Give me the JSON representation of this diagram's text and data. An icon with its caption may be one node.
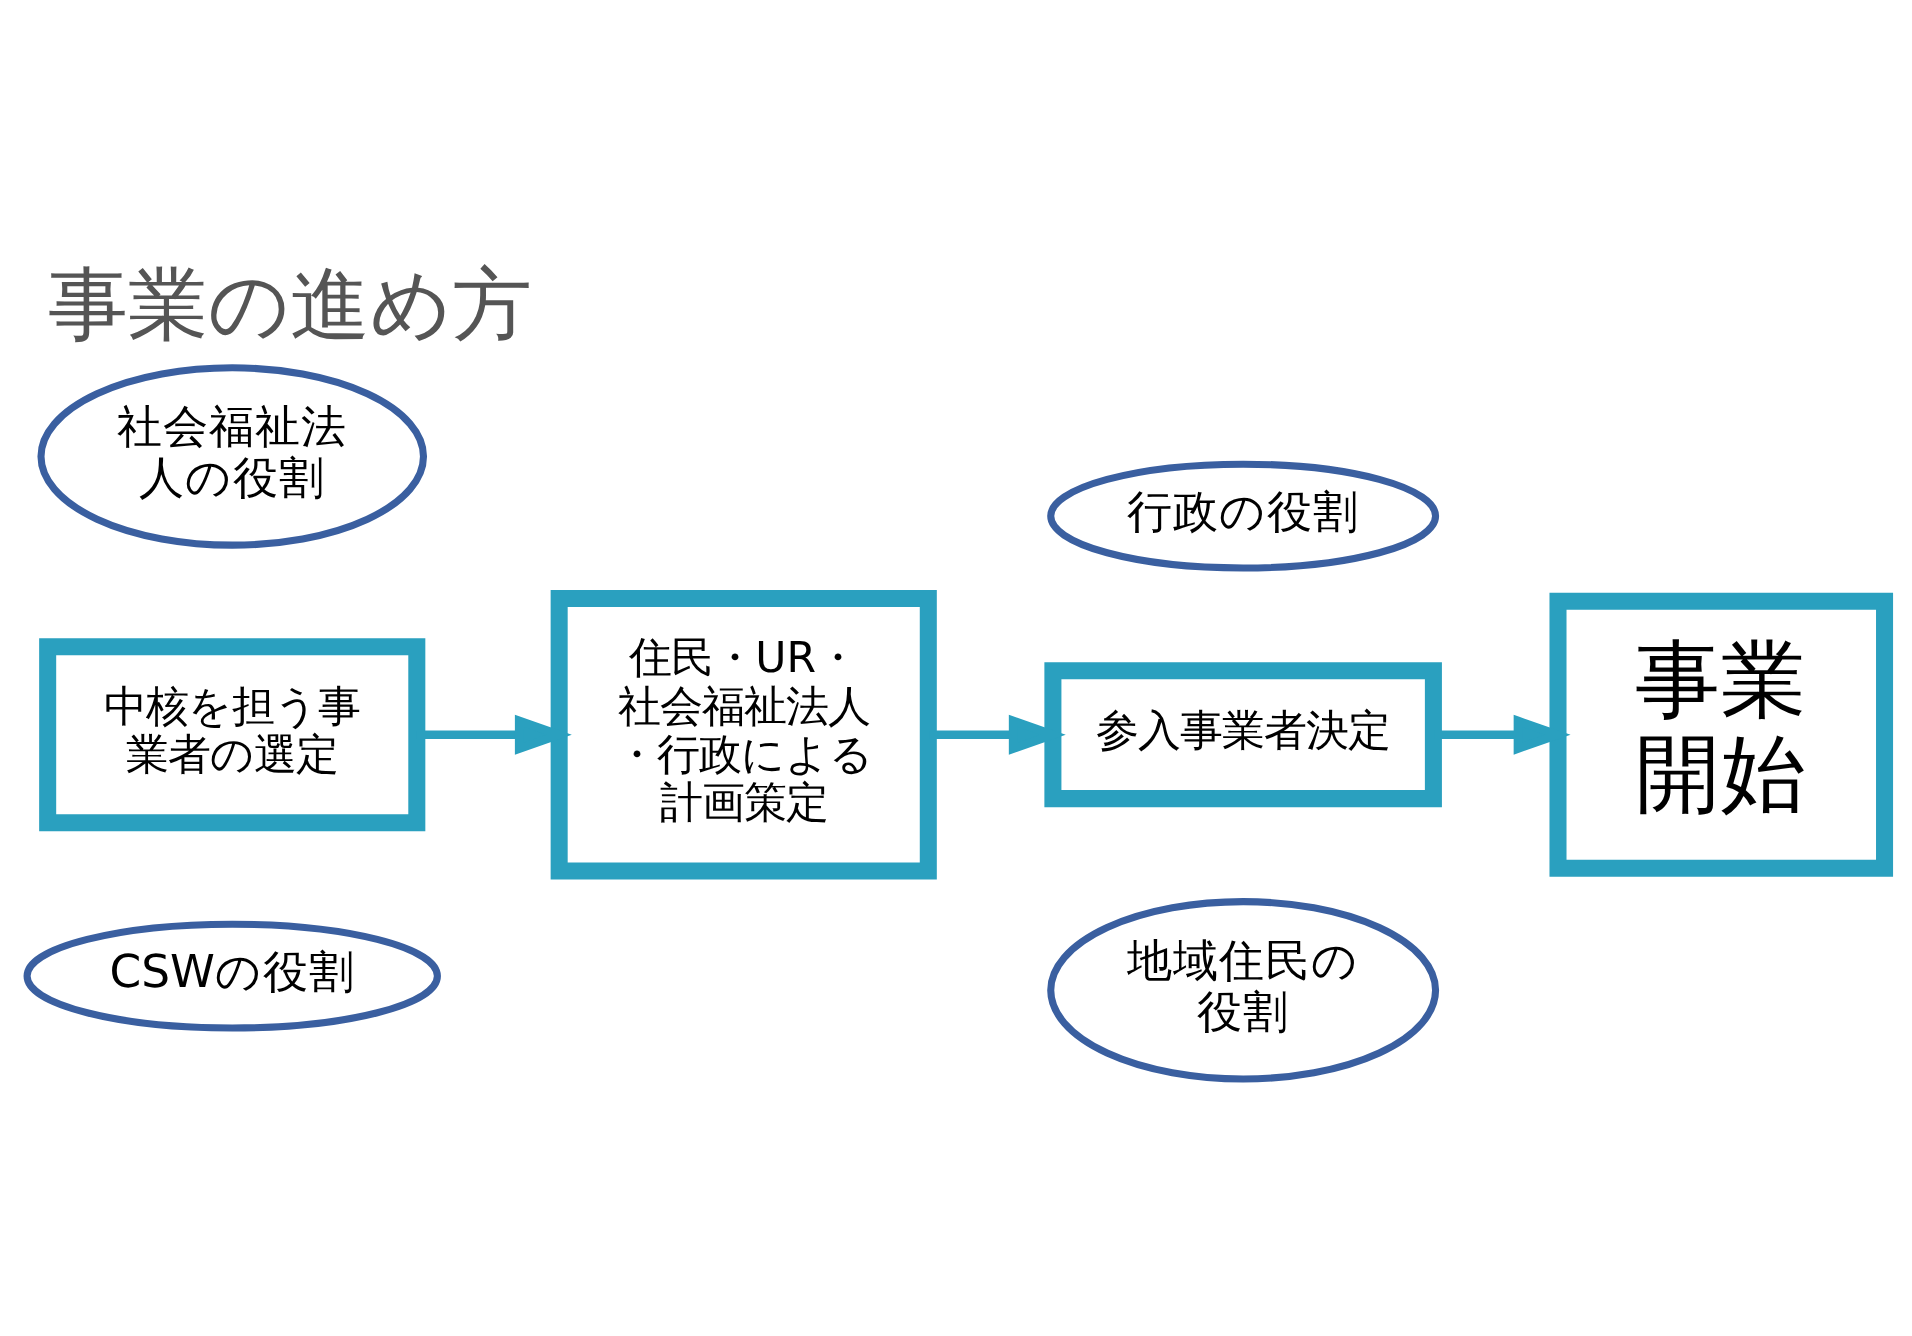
{
  "diagram": {
    "title": "事業の進め方",
    "nodes": [
      {
        "text": [
          "CSWの役割"
        ]
      },
      {
        "text": [
          "地域住民の役割"
        ]
      },
      {
        "text": [
          "中核を担う事業者の選定"
        ]
      },
      {
        "text": [
          "住民・UR・社会福祉法人・行政による計画策定"
        ]
      },
      {
        "text": [
          "参入事業者決定"
        ]
      },
      {
        "text": [
          "事業開始"
        ]
      },
      {
        "text": [
          "社会福祉法人の役割"
        ]
      },
      {
        "text": [
          "行政の役割"
        ]
      }
    ],
    "edges": [
      {
        "from": 2,
        "to": 3,
        "arrow": "to"
      },
      {
        "from": 3,
        "to": 4,
        "arrow": "to"
      },
      {
        "from": 4,
        "to": 5,
        "arrow": "to"
      }
    ]
  }
}
